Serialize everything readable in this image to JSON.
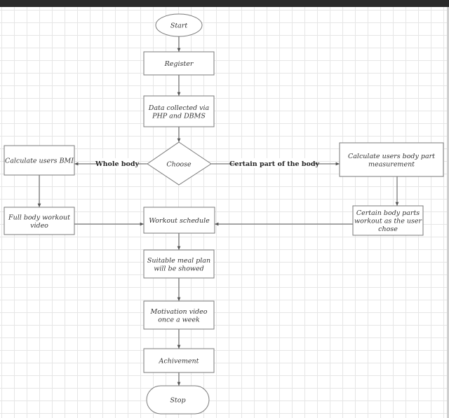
{
  "diagram": {
    "nodes": {
      "start": {
        "lines": [
          "Start"
        ]
      },
      "register": {
        "lines": [
          "Register"
        ]
      },
      "data": {
        "lines": [
          "Data collected via",
          "PHP and DBMS"
        ]
      },
      "choose": {
        "lines": [
          "Choose"
        ]
      },
      "bmi": {
        "lines": [
          "Calculate users BMI"
        ]
      },
      "bodypart": {
        "lines": [
          "Calculate users body part",
          "measurement"
        ]
      },
      "fullbody": {
        "lines": [
          "Full body workout",
          "video"
        ]
      },
      "schedule": {
        "lines": [
          "Workout schedule"
        ]
      },
      "certain": {
        "lines": [
          "Certain body parts",
          "workout as the user",
          "chose"
        ]
      },
      "meal": {
        "lines": [
          "Suitable meal plan",
          "will be showed"
        ]
      },
      "motivation": {
        "lines": [
          "Motivation video",
          "once a week"
        ]
      },
      "achievement": {
        "lines": [
          "Achivement"
        ]
      },
      "stop": {
        "lines": [
          "Stop"
        ]
      }
    },
    "edge_labels": {
      "whole_body": "Whole body",
      "certain_part": "Certain part of the body"
    }
  }
}
